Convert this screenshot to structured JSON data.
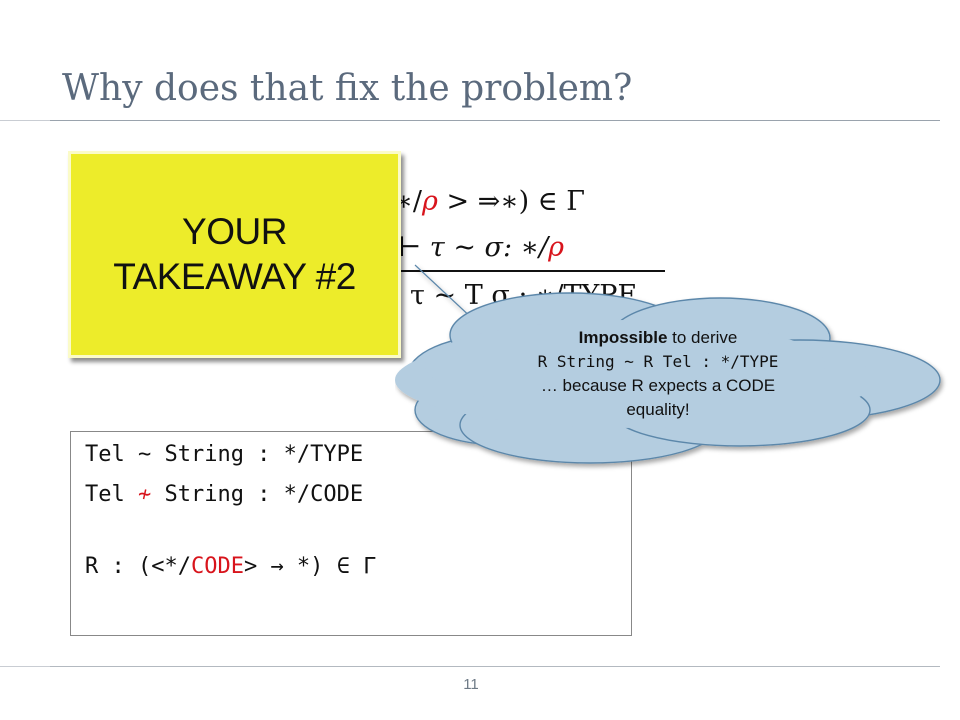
{
  "slide": {
    "title": "Why does that fix the problem?",
    "page_number": "11"
  },
  "rule": {
    "premise1_a": "(∗/",
    "premise1_rho": "ρ",
    "premise1_b": " > ⇒∗) ∈ Γ",
    "premise2_a": "⊢  τ ~ σ: ∗/",
    "premise2_rho": "ρ",
    "conclusion": "τ ~ T σ : ∗/TYPE"
  },
  "code_box": {
    "line1": "Tel ~ String : */TYPE",
    "line2_a": "Tel ",
    "line2_neg": "≁",
    "line2_b": " String : */CODE",
    "line3_a": "R : (<*/",
    "line3_code": "CODE",
    "line3_b": "> → *) ∈ Γ"
  },
  "takeaway": {
    "line1": "YOUR",
    "line2": "TAKEAWAY #2"
  },
  "cloud": {
    "bold": "Impossible",
    "line1_rest": " to derive",
    "line2": "R String ~ R Tel : */TYPE",
    "line3": "… because R expects a CODE",
    "line4": "equality!"
  },
  "colors": {
    "title": "#5b6a7d",
    "accent_red": "#d8141c",
    "takeaway_bg": "#edec2a",
    "cloud_fill": "#b4cde0",
    "cloud_stroke": "#5b87aa"
  }
}
